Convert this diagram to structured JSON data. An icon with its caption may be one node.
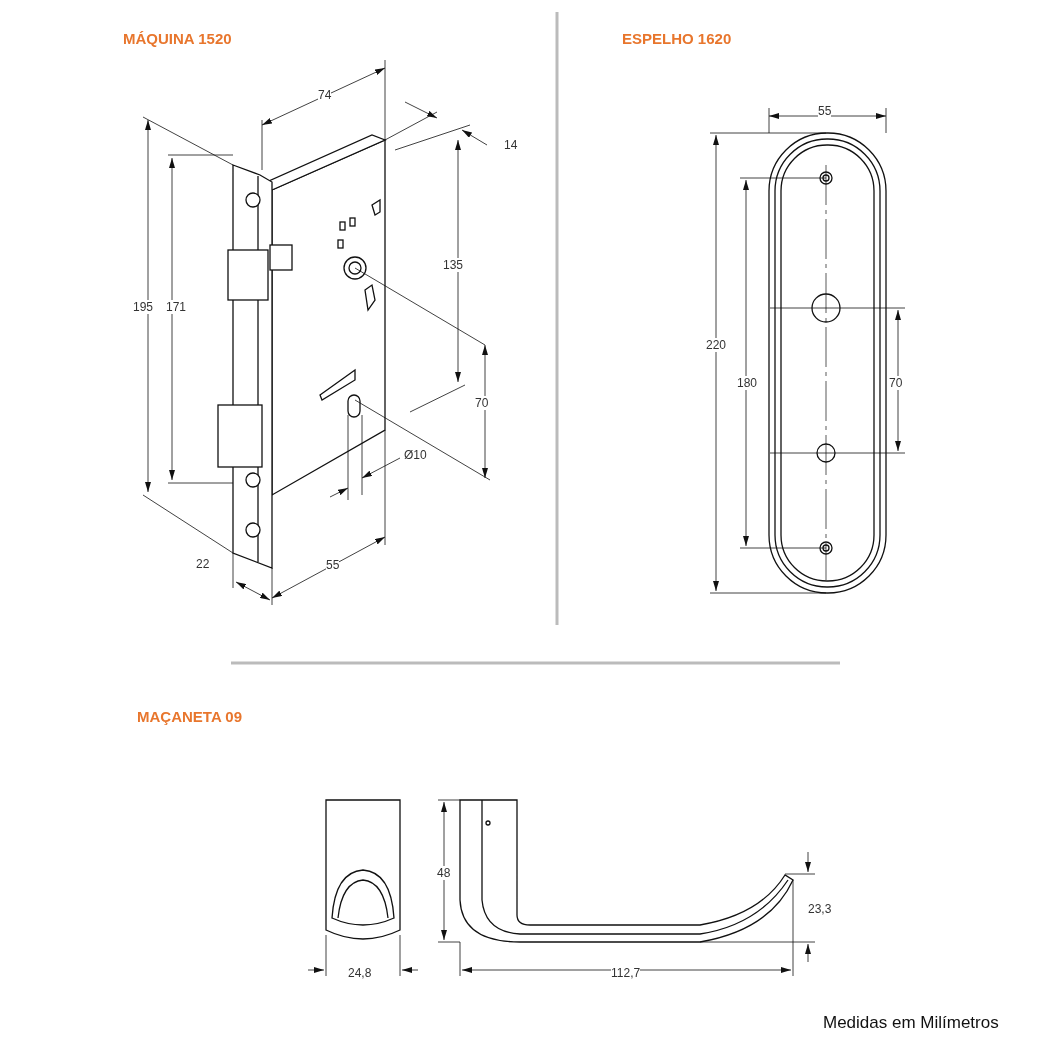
{
  "diagram": {
    "caption": "Medidas em Milímetros",
    "labels": [
      "MÁQUINA 1520",
      "74",
      "14",
      "195",
      "171",
      "135",
      "70",
      "Ø10",
      "22",
      "55",
      "ESPELHO 1620",
      "55",
      "220",
      "180",
      "70",
      "MAÇANETA 09",
      "48",
      "23,3",
      "24,8",
      "112,7"
    ]
  }
}
